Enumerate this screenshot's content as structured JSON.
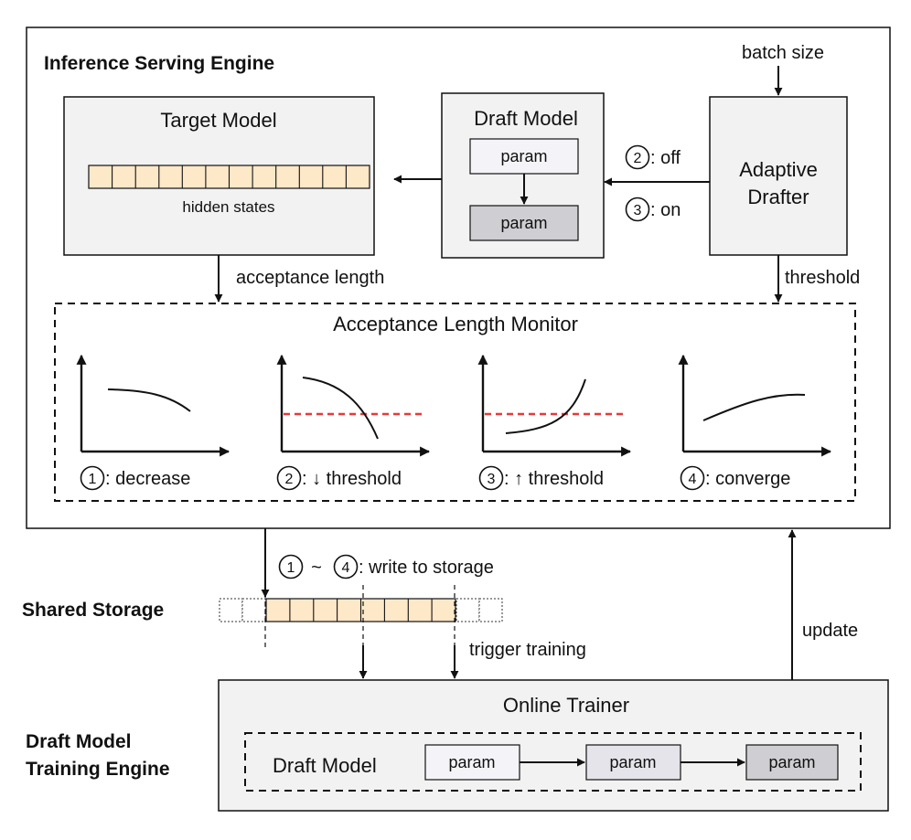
{
  "inference_engine": {
    "title": "Inference Serving Engine",
    "batch_size_label": "batch size",
    "target_model": {
      "title": "Target Model",
      "hidden_states_label": "hidden states"
    },
    "draft_model": {
      "title": "Draft Model",
      "param_top": "param",
      "param_bottom": "param"
    },
    "adaptive_drafter": {
      "line1": "Adaptive",
      "line2": "Drafter"
    },
    "switch_off": {
      "num": "2",
      "label": ": off"
    },
    "switch_on": {
      "num": "3",
      "label": ": on"
    },
    "acceptance_length_label": "acceptance length",
    "threshold_label": "threshold",
    "monitor": {
      "title": "Acceptance Length Monitor",
      "cases": [
        {
          "num": "1",
          "label": ": decrease"
        },
        {
          "num": "2",
          "label": ": ↓ threshold"
        },
        {
          "num": "3",
          "label": ": ↑ threshold"
        },
        {
          "num": "4",
          "label": ": converge"
        }
      ]
    }
  },
  "storage": {
    "label": "Shared Storage",
    "write_from": "1",
    "write_to": "4",
    "write_tilde": "~",
    "write_label": ": write to storage",
    "trigger_label": "trigger training",
    "update_label": "update"
  },
  "training_engine": {
    "label_line1": "Draft Model",
    "label_line2": "Training Engine",
    "online_trainer": {
      "title": "Online Trainer",
      "draft_model_label": "Draft Model",
      "params": [
        "param",
        "param",
        "param"
      ]
    }
  },
  "colors": {
    "hidden_state_fill": "#fde8c8",
    "box_fill": "#f2f2f2",
    "param_light": "#f4f4f8",
    "param_mid": "#e4e4ea",
    "param_dark": "#cfcfd3",
    "threshold_line": "#e8393a"
  }
}
